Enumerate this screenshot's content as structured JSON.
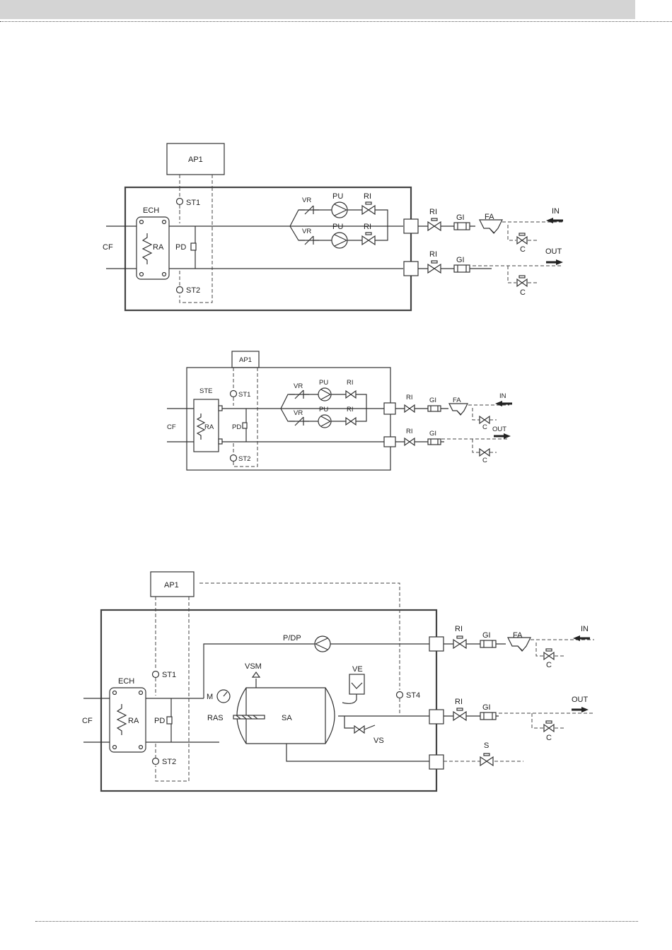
{
  "diagram1": {
    "box_label": "AP1",
    "ech": "ECH",
    "ra": "RA",
    "cf": "CF",
    "pd": "PD",
    "st1": "ST1",
    "st2": "ST2",
    "vr1": "VR",
    "vr2": "VR",
    "pu1": "PU",
    "pu2": "PU",
    "ri1": "RI",
    "ri2": "RI",
    "ri3": "RI",
    "ri4": "RI",
    "gi1": "GI",
    "gi2": "GI",
    "fa": "FA",
    "c1": "C",
    "c2": "C",
    "in": "IN",
    "out": "OUT"
  },
  "diagram2": {
    "box_label": "AP1",
    "ste": "STE",
    "ra": "RA",
    "cf": "CF",
    "pd": "PD",
    "st1": "ST1",
    "st2": "ST2",
    "vr1": "VR",
    "vr2": "VR",
    "pu1": "PU",
    "pu2": "PU",
    "ri1": "RI",
    "ri2": "RI",
    "ri3": "RI",
    "ri4": "RI",
    "gi1": "GI",
    "gi2": "GI",
    "fa": "FA",
    "c1": "C",
    "c2": "C",
    "in": "IN",
    "out": "OUT"
  },
  "diagram3": {
    "box_label": "AP1",
    "ech": "ECH",
    "ra": "RA",
    "cf": "CF",
    "pd": "PD",
    "st1": "ST1",
    "st2": "ST2",
    "st4": "ST4",
    "pdp": "P/DP",
    "vsm": "VSM",
    "ve": "VE",
    "m": "M",
    "ras": "RAS",
    "sa": "SA",
    "vs": "VS",
    "ri1": "RI",
    "ri2": "RI",
    "gi1": "GI",
    "gi2": "GI",
    "fa": "FA",
    "c1": "C",
    "c2": "C",
    "s": "S",
    "in": "IN",
    "out": "OUT"
  }
}
